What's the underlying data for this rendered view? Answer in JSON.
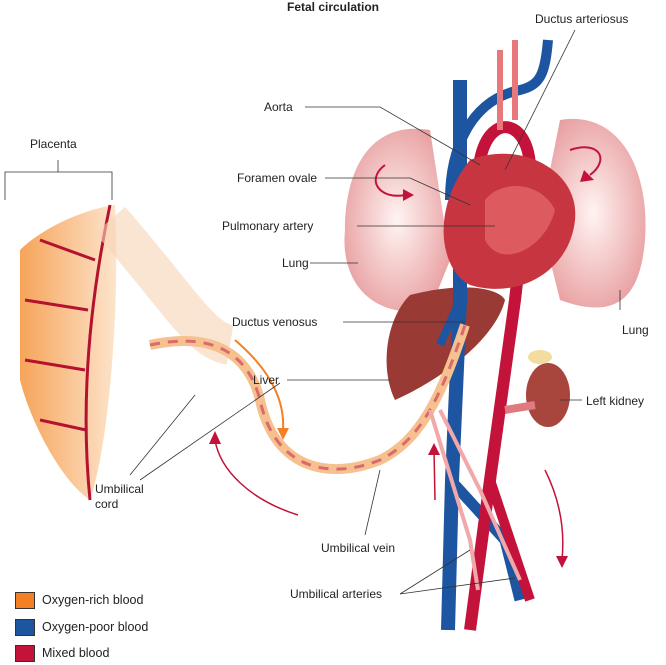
{
  "title": "Fetal circulation",
  "labels": {
    "ductus_arteriosus": "Ductus arteriosus",
    "aorta": "Aorta",
    "placenta": "Placenta",
    "foramen_ovale": "Foramen ovale",
    "pulmonary_artery": "Pulmonary artery",
    "lung_left": "Lung",
    "lung_right": "Lung",
    "ductus_venosus": "Ductus venosus",
    "liver": "Liver",
    "left_kidney": "Left kidney",
    "umbilical_cord_1": "Umbilical",
    "umbilical_cord_2": "cord",
    "umbilical_vein": "Umbilical vein",
    "umbilical_arteries": "Umbilical arteries"
  },
  "legend": [
    {
      "label": "Oxygen-rich blood",
      "color": "#f47f24"
    },
    {
      "label": "Oxygen-poor blood",
      "color": "#1e55a0"
    },
    {
      "label": "Mixed blood",
      "color": "#c3133b"
    }
  ]
}
